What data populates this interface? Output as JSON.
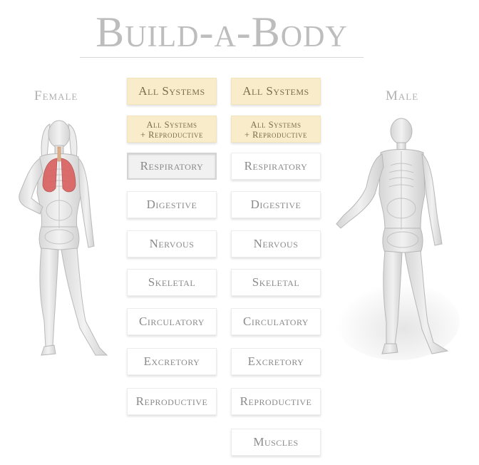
{
  "app": {
    "title": "Build-a-Body"
  },
  "labels": {
    "female": "Female",
    "male": "Male"
  },
  "female_buttons": [
    {
      "id": "all",
      "label": "All Systems"
    },
    {
      "id": "all-repro",
      "line1": "All Systems",
      "line2": "+ Reproductive"
    },
    {
      "id": "respiratory",
      "label": "Respiratory",
      "selected": true
    },
    {
      "id": "digestive",
      "label": "Digestive"
    },
    {
      "id": "nervous",
      "label": "Nervous"
    },
    {
      "id": "skeletal",
      "label": "Skeletal"
    },
    {
      "id": "circulatory",
      "label": "Circulatory"
    },
    {
      "id": "excretory",
      "label": "Excretory"
    },
    {
      "id": "reproductive",
      "label": "Reproductive"
    }
  ],
  "male_buttons": [
    {
      "id": "all",
      "label": "All Systems"
    },
    {
      "id": "all-repro",
      "line1": "All Systems",
      "line2": "+ Reproductive"
    },
    {
      "id": "respiratory",
      "label": "Respiratory"
    },
    {
      "id": "digestive",
      "label": "Digestive"
    },
    {
      "id": "nervous",
      "label": "Nervous"
    },
    {
      "id": "skeletal",
      "label": "Skeletal"
    },
    {
      "id": "circulatory",
      "label": "Circulatory"
    },
    {
      "id": "excretory",
      "label": "Excretory"
    },
    {
      "id": "reproductive",
      "label": "Reproductive"
    },
    {
      "id": "muscles",
      "label": "Muscles"
    }
  ],
  "colors": {
    "all_systems_bg": "#f8eccb",
    "selected_bg": "#f1f1f1",
    "lung_highlight": "#d9605e"
  }
}
